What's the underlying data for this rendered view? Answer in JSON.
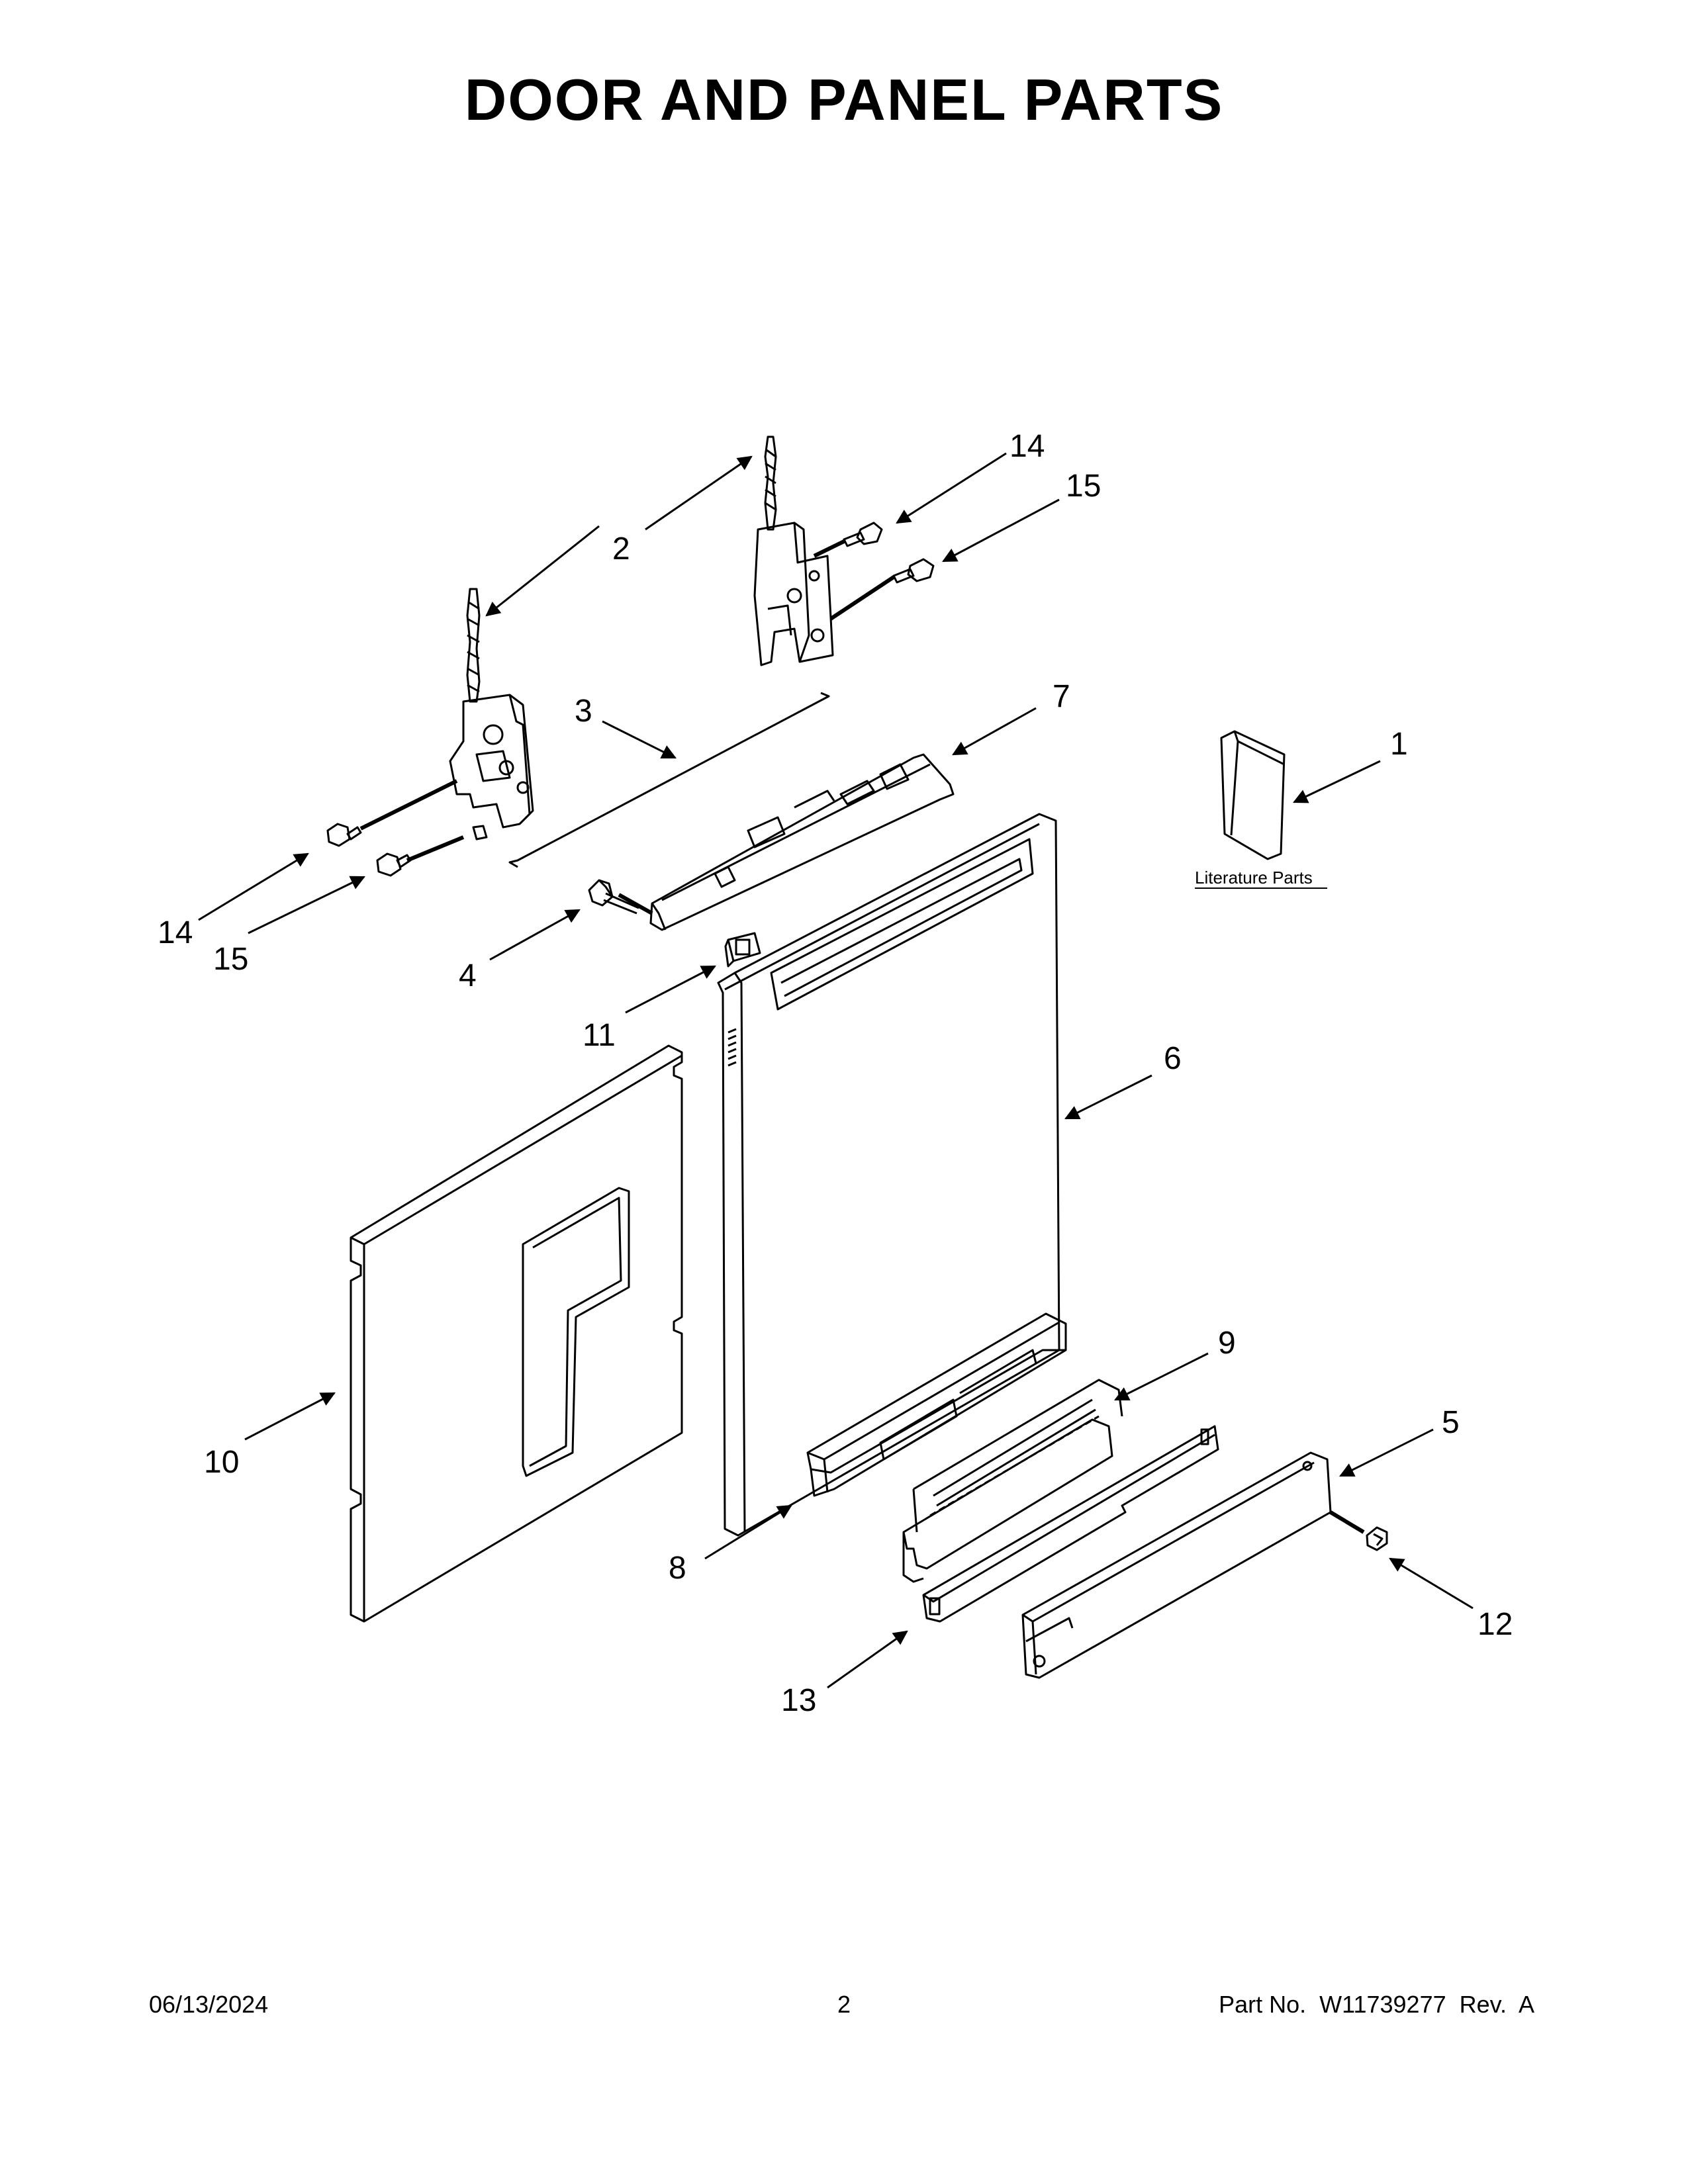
{
  "title": "DOOR AND PANEL PARTS",
  "callouts": {
    "c1": "1",
    "c2": "2",
    "c3": "3",
    "c4": "4",
    "c5": "5",
    "c6": "6",
    "c7": "7",
    "c8": "8",
    "c9": "9",
    "c10": "10",
    "c11": "11",
    "c12": "12",
    "c13": "13",
    "c14a": "14",
    "c14b": "14",
    "c15a": "15",
    "c15b": "15"
  },
  "literature_label": "Literature Parts",
  "footer": {
    "date": "06/13/2024",
    "page": "2",
    "part_no": "Part No.  W11739277  Rev.  A"
  }
}
